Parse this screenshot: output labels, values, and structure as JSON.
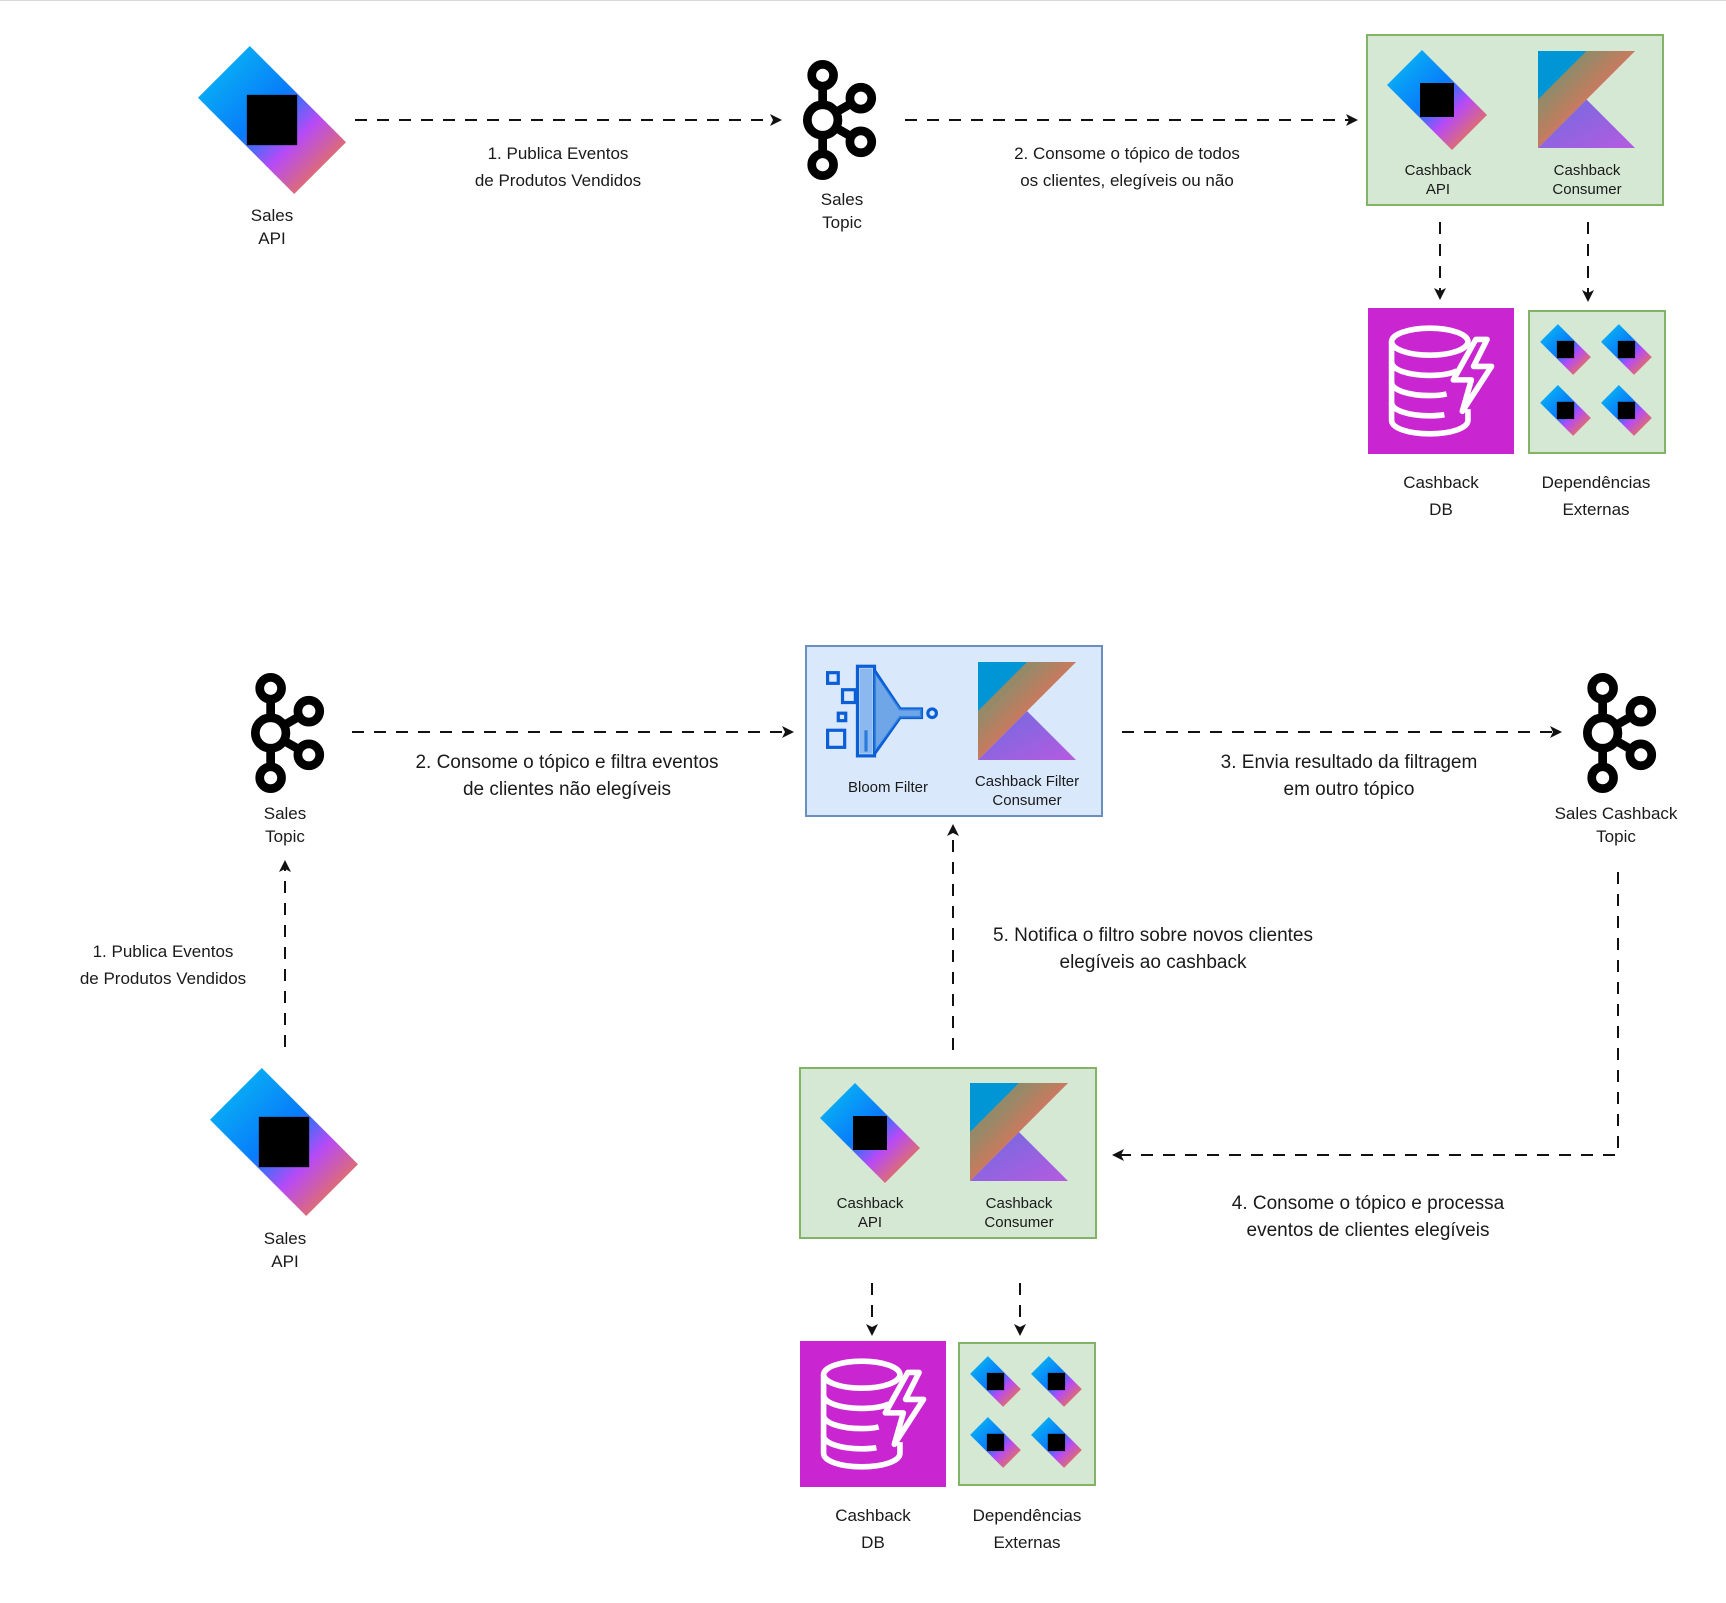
{
  "colors": {
    "green_fill": "#d5e8d4",
    "green_border": "#82b366",
    "blue_fill": "#dae8fc",
    "blue_border": "#6c8ebf",
    "dynamo": "#c925d1",
    "arrow": "#111111"
  },
  "top": {
    "sales_api": [
      "Sales",
      "API"
    ],
    "sales_topic": [
      "Sales",
      "Topic"
    ],
    "step1": [
      "1. Publica Eventos",
      "de Produtos Vendidos"
    ],
    "step2": [
      "2. Consome o tópico de todos",
      "os clientes, elegíveis ou não"
    ],
    "cashback_api": [
      "Cashback",
      "API"
    ],
    "cashback_consumer": [
      "Cashback",
      "Consumer"
    ],
    "cashback_db": [
      "Cashback",
      "DB"
    ],
    "deps": [
      "Dependências",
      "Externas"
    ]
  },
  "bottom": {
    "sales_topic": [
      "Sales",
      "Topic"
    ],
    "sales_api": [
      "Sales",
      "API"
    ],
    "step1": [
      "1. Publica Eventos",
      "de Produtos Vendidos"
    ],
    "step2": [
      "2. Consome o tópico e filtra eventos",
      "de clientes não elegíveis"
    ],
    "bloom_filter": "Bloom Filter",
    "filter_consumer": [
      "Cashback Filter",
      "Consumer"
    ],
    "step3": [
      "3. Envia resultado da filtragem",
      "em outro tópico"
    ],
    "cashback_topic": [
      "Sales Cashback",
      "Topic"
    ],
    "step5": [
      "5. Notifica o filtro sobre novos clientes",
      "elegíveis ao cashback"
    ],
    "step4": [
      "4. Consome o tópico e processa",
      "eventos de clientes elegíveis"
    ],
    "cashback_api": [
      "Cashback",
      "API"
    ],
    "cashback_consumer": [
      "Cashback",
      "Consumer"
    ],
    "cashback_db": [
      "Cashback",
      "DB"
    ],
    "deps": [
      "Dependências",
      "Externas"
    ]
  }
}
